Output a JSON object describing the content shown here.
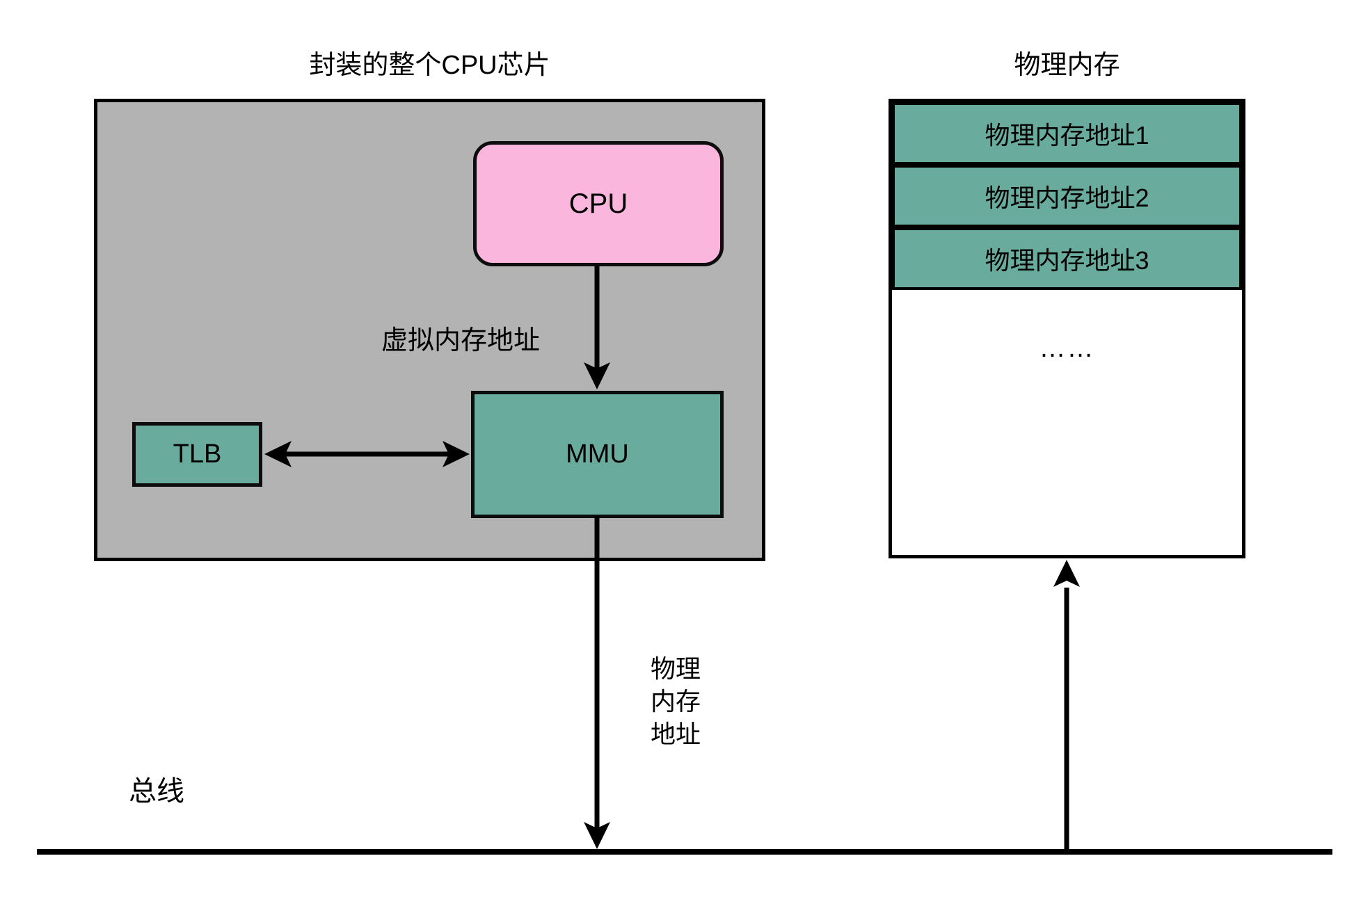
{
  "diagram": {
    "type": "architecture-diagram",
    "language": "zh-CN"
  },
  "chip": {
    "title": "封装的整个CPU芯片",
    "cpu_label": "CPU",
    "virtual_address_label": "虚拟内存地址",
    "mmu_label": "MMU",
    "tlb_label": "TLB"
  },
  "memory": {
    "title": "物理内存",
    "rows": [
      "物理内存地址1",
      "物理内存地址2",
      "物理内存地址3"
    ],
    "ellipsis": "……"
  },
  "physical_address_label": {
    "line1": "物理",
    "line2": "内存",
    "line3": "地址"
  },
  "bus": {
    "label": "总线"
  },
  "colors": {
    "chip_background": "#b3b3b3",
    "cpu_fill": "#fab6dc",
    "teal_fill": "#69ac9e",
    "line_color": "#000000",
    "background": "#ffffff"
  }
}
